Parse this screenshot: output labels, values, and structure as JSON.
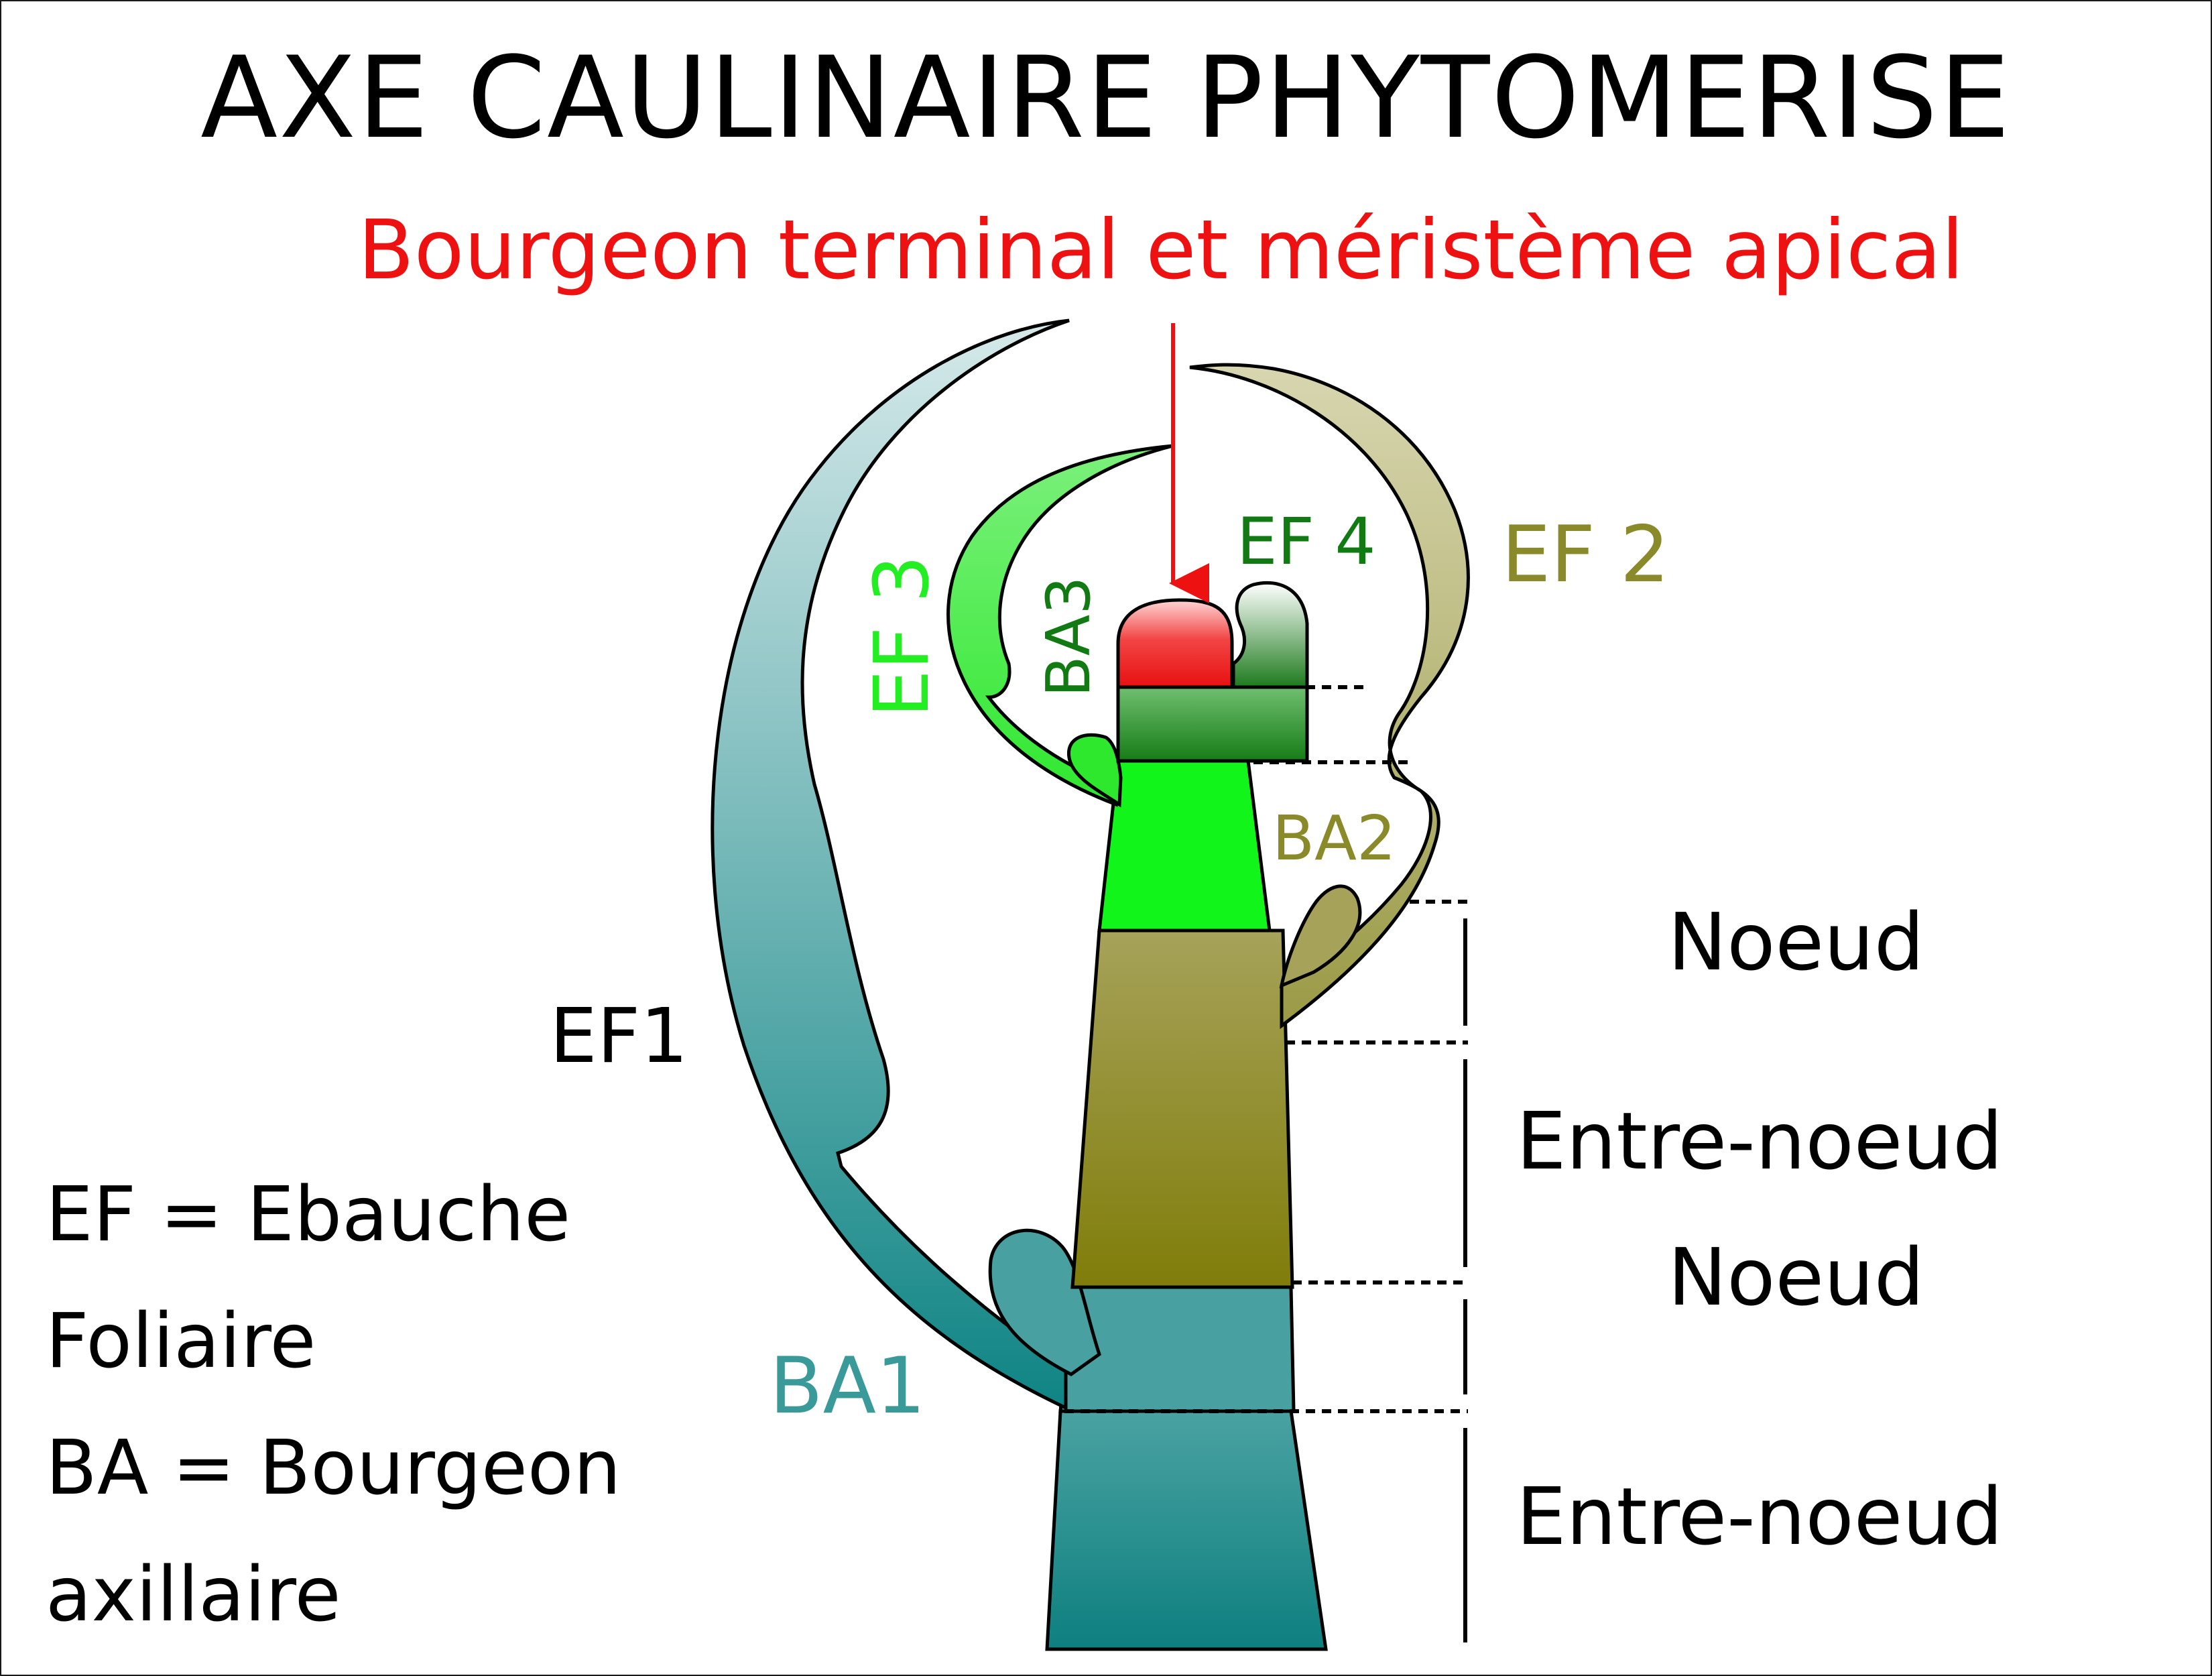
{
  "title": "AXE CAULINAIRE PHYTOMERISE",
  "subtitle": "Bourgeon terminal et méristème apical",
  "labels": {
    "ef1": "EF1",
    "ef2": "EF 2",
    "ef3": "EF 3",
    "ef4": "EF 4",
    "ba1": "BA1",
    "ba2": "BA2",
    "ba3": "BA3"
  },
  "segments": {
    "noeud_top": "Noeud",
    "entre_noeud_top": "Entre-noeud",
    "noeud_bottom": "Noeud",
    "entre_noeud_bottom": "Entre-noeud"
  },
  "legend": [
    "EF = Ebauche",
    "Foliaire",
    "BA = Bourgeon",
    "axillaire"
  ],
  "colors": {
    "title": "#000000",
    "subtitle_arrow": "#ee1111",
    "ef1_ba1_teal": "#3a9a9a",
    "ef2_ba2_olive": "#8a8a2a",
    "ef3_bright_green": "#22ee22",
    "ef4_ba3_dark_green": "#127a12",
    "meristem_red": "#ee1111"
  }
}
